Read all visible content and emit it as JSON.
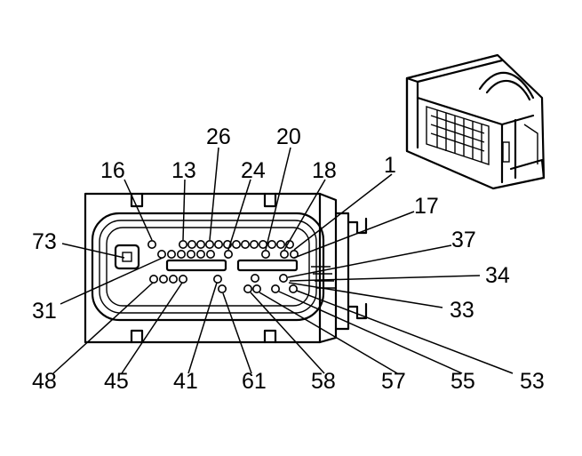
{
  "pin_labels": {
    "p1": "1",
    "p13": "13",
    "p16": "16",
    "p17": "17",
    "p18": "18",
    "p20": "20",
    "p24": "24",
    "p26": "26",
    "p31": "31",
    "p33": "33",
    "p34": "34",
    "p37": "37",
    "p41": "41",
    "p45": "45",
    "p48": "48",
    "p53": "53",
    "p55": "55",
    "p57": "57",
    "p58": "58",
    "p61": "61",
    "p73": "73"
  }
}
